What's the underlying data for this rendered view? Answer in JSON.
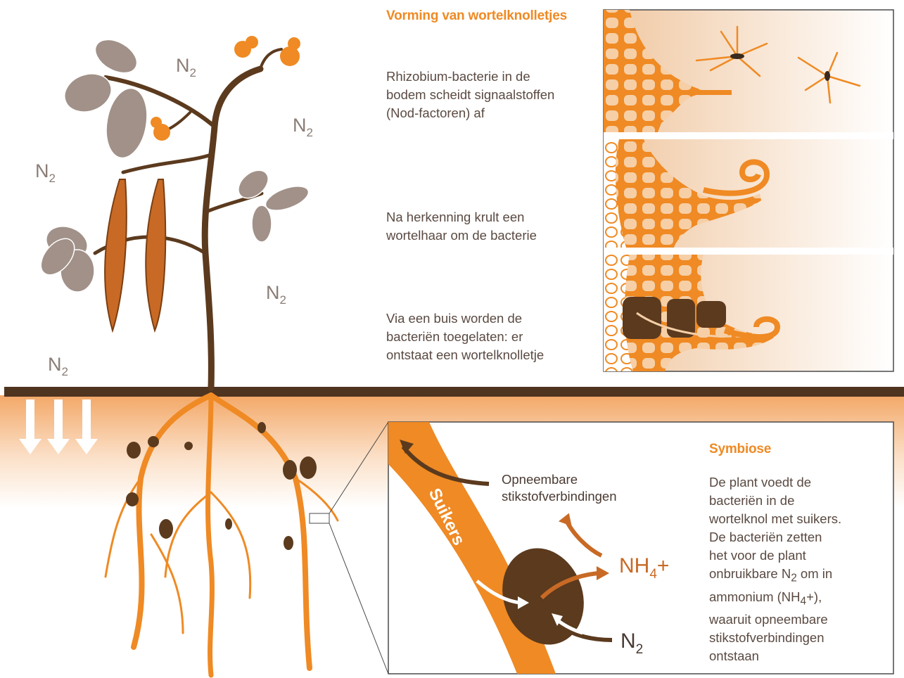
{
  "atmosphere": {
    "n2_labels": [
      {
        "base": "N",
        "sub": "2"
      },
      {
        "base": "N",
        "sub": "2"
      },
      {
        "base": "N",
        "sub": "2"
      },
      {
        "base": "N",
        "sub": "2"
      },
      {
        "base": "N",
        "sub": "2"
      }
    ]
  },
  "nodulation": {
    "title": "Vorming van wortelknolletjes",
    "steps": [
      "Rhizobium-bacterie in de\nbodem scheidt signaalstoffen\n(Nod-factoren) af",
      "Na herkenning krult een\nwortelhaar om de bacterie",
      "Via een buis worden de\nbacteriën toegelaten: er\nontstaat een wortelknolletje"
    ]
  },
  "inset": {
    "sugar_label": "Suikers",
    "absorbable_label": "Opneembare\nstikstofverbindingen",
    "nh4": {
      "base": "NH",
      "sub": "4",
      "suffix": "+"
    },
    "n2": {
      "base": "N",
      "sub": "2"
    }
  },
  "symbiose": {
    "title": "Symbiose",
    "line1": "De plant voedt de\nbacteriën in de\nwortelknol met suikers.\nDe bacteriën zetten\nhet voor de plant\nonbruikbare N",
    "sub1": "2",
    "line2": " om in\nammonium (NH",
    "sub2": "4",
    "line3": "+),\nwaaruit opneembare\nstikstofverbindingen\nontstaan"
  },
  "colors": {
    "orange": "#ef8a24",
    "dark_brown": "#5b3a1e",
    "leaf_grey": "#a19189",
    "pod": "#c86a25",
    "soil_line": "#4f3420",
    "text": "#5a4a42"
  }
}
